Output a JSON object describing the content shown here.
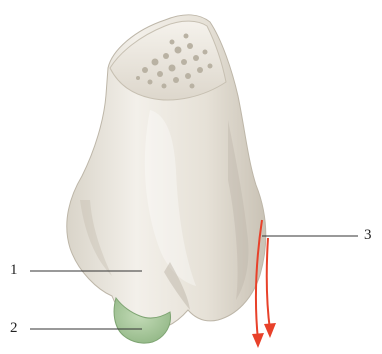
{
  "labels": {
    "one": "1",
    "two": "2",
    "three": "3"
  },
  "colors": {
    "bone": "#ece8e0",
    "bone_shadow": "#cfc9bd",
    "cartilage": "#a7c79a",
    "arrow": "#e8412a",
    "leader_line": "#333333"
  }
}
